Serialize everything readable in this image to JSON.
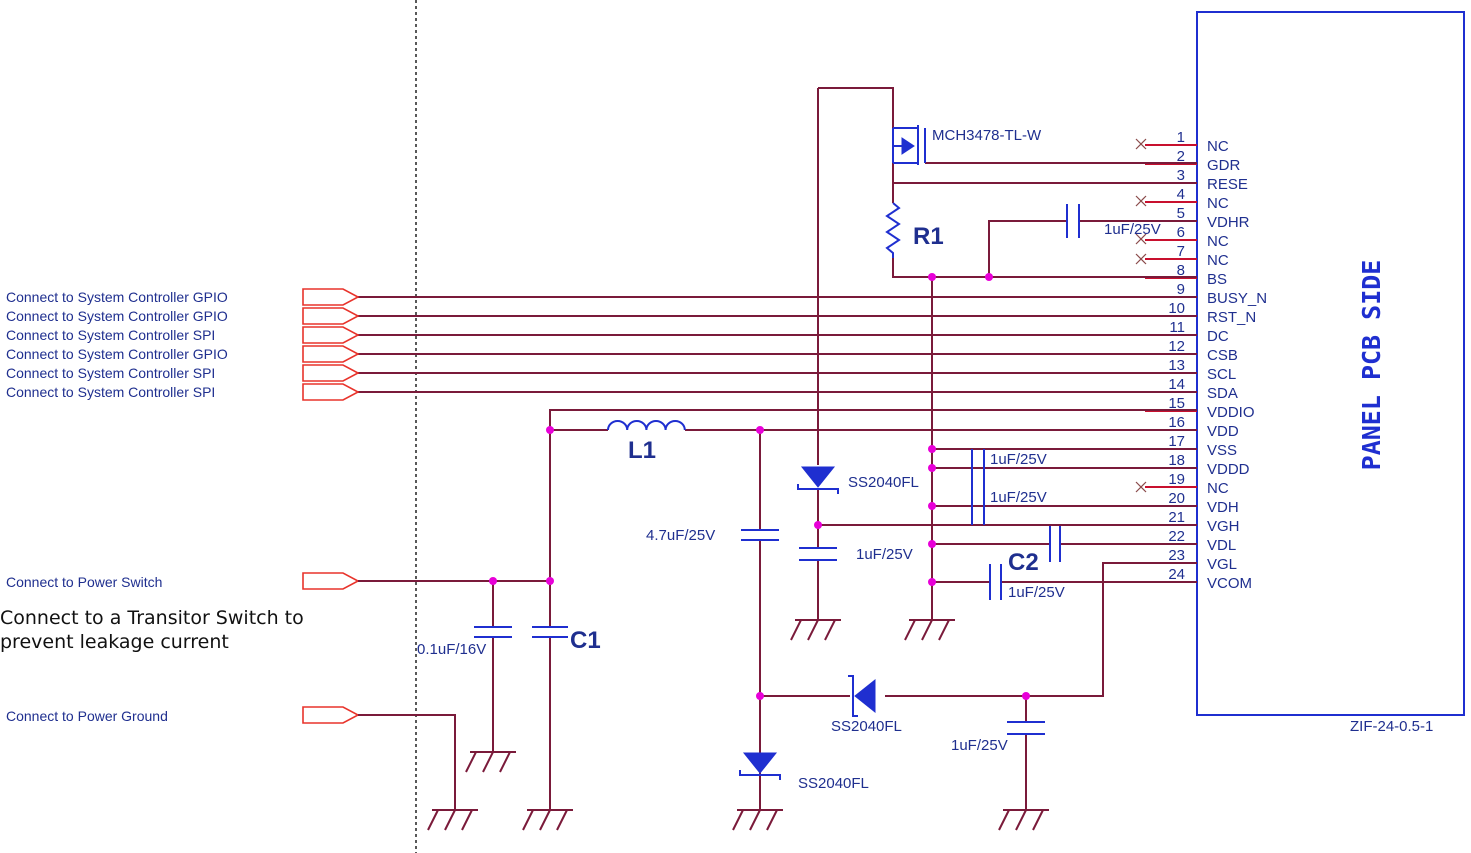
{
  "controller_labels": [
    "Connect to System Controller GPIO",
    "Connect to System Controller GPIO",
    "Connect to System Controller SPI",
    "Connect to System Controller GPIO",
    "Connect to System Controller SPI",
    "Connect to System Controller SPI"
  ],
  "power_switch_label": "Connect to Power Switch",
  "power_ground_label": "Connect to Power Ground",
  "note_lines": [
    "Connect to a Transitor Switch to",
    "prevent leakage current"
  ],
  "panel_title": "PANEL PCB SIDE",
  "connector_name": "ZIF-24-0.5-1",
  "pins": [
    {
      "num": "1",
      "name": "NC"
    },
    {
      "num": "2",
      "name": "GDR"
    },
    {
      "num": "3",
      "name": "RESE"
    },
    {
      "num": "4",
      "name": "NC"
    },
    {
      "num": "5",
      "name": "VDHR"
    },
    {
      "num": "6",
      "name": "NC"
    },
    {
      "num": "7",
      "name": "NC"
    },
    {
      "num": "8",
      "name": "BS"
    },
    {
      "num": "9",
      "name": "BUSY_N"
    },
    {
      "num": "10",
      "name": "RST_N"
    },
    {
      "num": "11",
      "name": "DC"
    },
    {
      "num": "12",
      "name": "CSB"
    },
    {
      "num": "13",
      "name": "SCL"
    },
    {
      "num": "14",
      "name": "SDA"
    },
    {
      "num": "15",
      "name": "VDDIO"
    },
    {
      "num": "16",
      "name": "VDD"
    },
    {
      "num": "17",
      "name": "VSS"
    },
    {
      "num": "18",
      "name": "VDDD"
    },
    {
      "num": "19",
      "name": "NC"
    },
    {
      "num": "20",
      "name": "VDH"
    },
    {
      "num": "21",
      "name": "VGH"
    },
    {
      "num": "22",
      "name": "VDL"
    },
    {
      "num": "23",
      "name": "VGL"
    },
    {
      "num": "24",
      "name": "VCOM"
    }
  ],
  "components": {
    "mosfet": "MCH3478-TL-W",
    "r1": "R1",
    "l1": "L1",
    "c1": "C1",
    "c2": "C2",
    "cap_vdhr": "1uF/25V",
    "cap_vddd": "1uF/25V",
    "cap_vdh": "1uF/25V",
    "cap_4u7": "4.7uF/25V",
    "cap_sw": "1uF/25V",
    "cap_vcom": "1uF/25V",
    "cap_0u1": "0.1uF/16V",
    "cap_vgl": "1uF/25V",
    "diode_top": "SS2040FL",
    "diode_mid": "SS2040FL",
    "diode_bot": "SS2040FL"
  }
}
